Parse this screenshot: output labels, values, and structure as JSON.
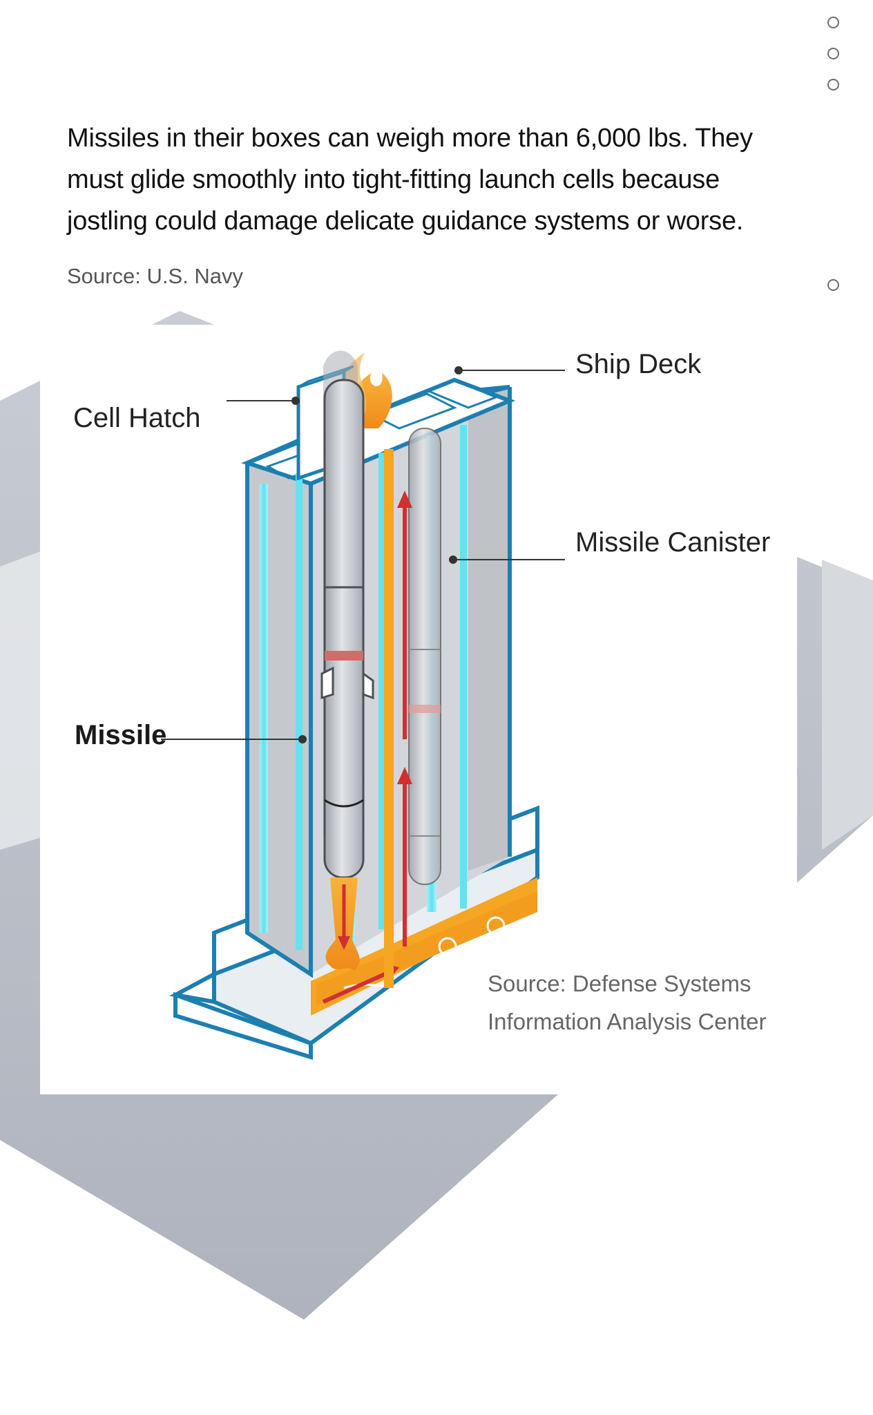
{
  "nav": {
    "dots": [
      "slide-1",
      "slide-2",
      "slide-3",
      "slide-4"
    ]
  },
  "caption": "Missiles in their boxes can weigh more than 6,000 lbs. They must glide smoothly into tight-fitting launch cells because jostling could damage delicate guidance systems or worse.",
  "source_top": "Source: U.S. Navy",
  "diagram": {
    "labels": {
      "ship_deck": "Ship Deck",
      "cell_hatch": "Cell Hatch",
      "missile_canister": "Missile Canister",
      "missile": "Missile"
    },
    "source_lines": [
      "Source: Defense Systems",
      "Information Analysis Center"
    ]
  },
  "colors": {
    "outline_blue": "#1d7fb0",
    "glow_cyan": "#67e5f2",
    "exhaust_orange": "#f5a623",
    "flow_red": "#d03030",
    "cell_gray": "#bfc3c8",
    "background_gray": "#b4b8c2"
  }
}
